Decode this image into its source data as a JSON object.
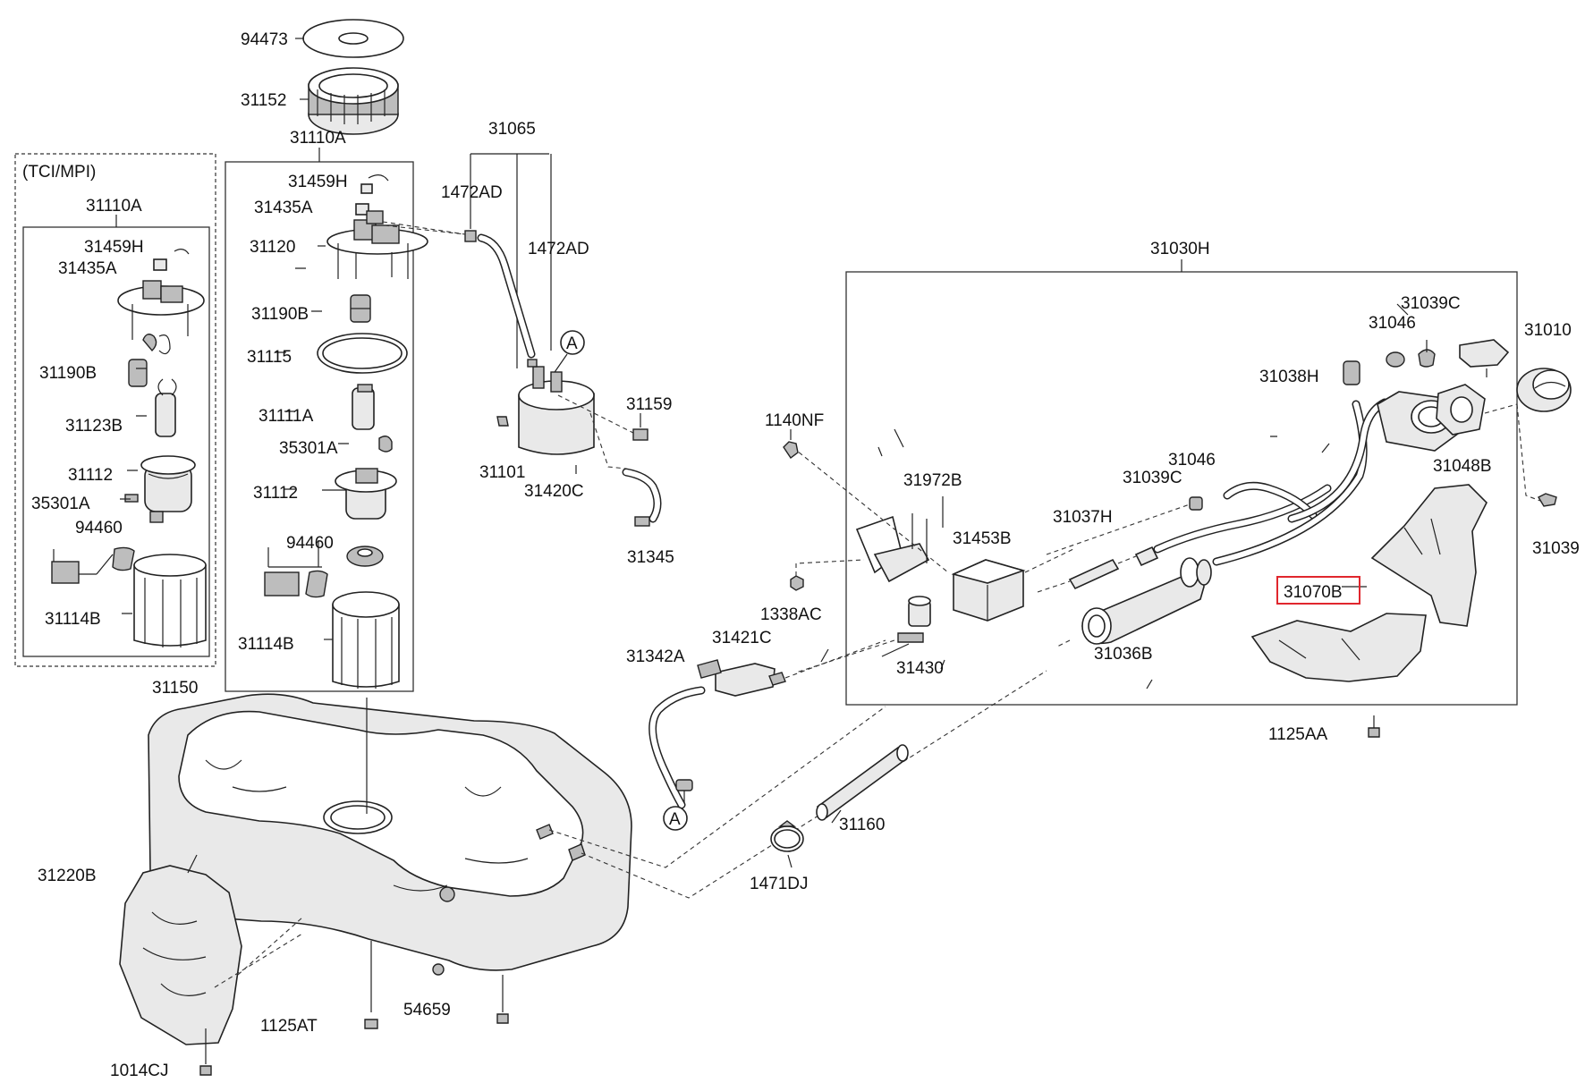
{
  "parts": {
    "p94473": "94473",
    "p31152": "31152",
    "p31110A_main": "31110A",
    "p31110A_alt": "31110A",
    "variant_label": "(TCI/MPI)",
    "p31065": "31065",
    "p1472AD_a": "1472AD",
    "p1472AD_b": "1472AD",
    "p31459H_main": "31459H",
    "p31435A_main": "31435A",
    "p31120": "31120",
    "p31190B_main": "31190B",
    "p31115": "31115",
    "p31111A": "31111A",
    "p35301A_main": "35301A",
    "p31112_main": "31112",
    "p94460_main": "94460",
    "p31114B_main": "31114B",
    "p31459H_alt": "31459H",
    "p31435A_alt": "31435A",
    "p31190B_alt": "31190B",
    "p31123B": "31123B",
    "p31112_alt": "31112",
    "p35301A_alt": "35301A",
    "p94460_alt": "94460",
    "p31114B_alt": "31114B",
    "p31159": "31159",
    "p31101": "31101",
    "p31420C": "31420C",
    "p31345": "31345",
    "callout_A1": "A",
    "callout_A2": "A",
    "p31030H": "31030H",
    "p31039C_a": "31039C",
    "p31046_a": "31046",
    "p31010": "31010",
    "p31038H": "31038H",
    "p31048B": "31048B",
    "p31039": "31039",
    "p1140NF": "1140NF",
    "p31972B": "31972B",
    "p31046_b": "31046",
    "p31039C_b": "31039C",
    "p31037H": "31037H",
    "p31453B": "31453B",
    "p31070B": "31070B",
    "p1338AC": "1338AC",
    "p31036B": "31036B",
    "p31430": "31430",
    "p31342A": "31342A",
    "p31421C": "31421C",
    "p1125AA": "1125AA",
    "p31150": "31150",
    "p31160": "31160",
    "p1471DJ": "1471DJ",
    "p31220B": "31220B",
    "p1125AT": "1125AT",
    "p54659": "54659",
    "p1014CJ": "1014CJ"
  },
  "highlight_color": "#e0262d"
}
